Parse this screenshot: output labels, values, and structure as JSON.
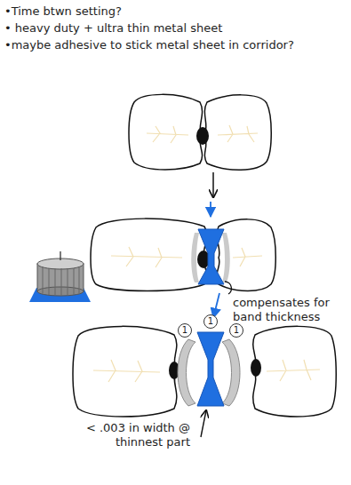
{
  "diagram": {
    "labels": [
      "•Time btwn setting?",
      "• heavy duty + ultra thin metal sheet",
      "•maybe adhesive to stick metal sheet in corridor?",
      "compensates for band thickness",
      "1",
      "1",
      "1",
      "< .003 in width @ thinnest part"
    ]
  }
}
